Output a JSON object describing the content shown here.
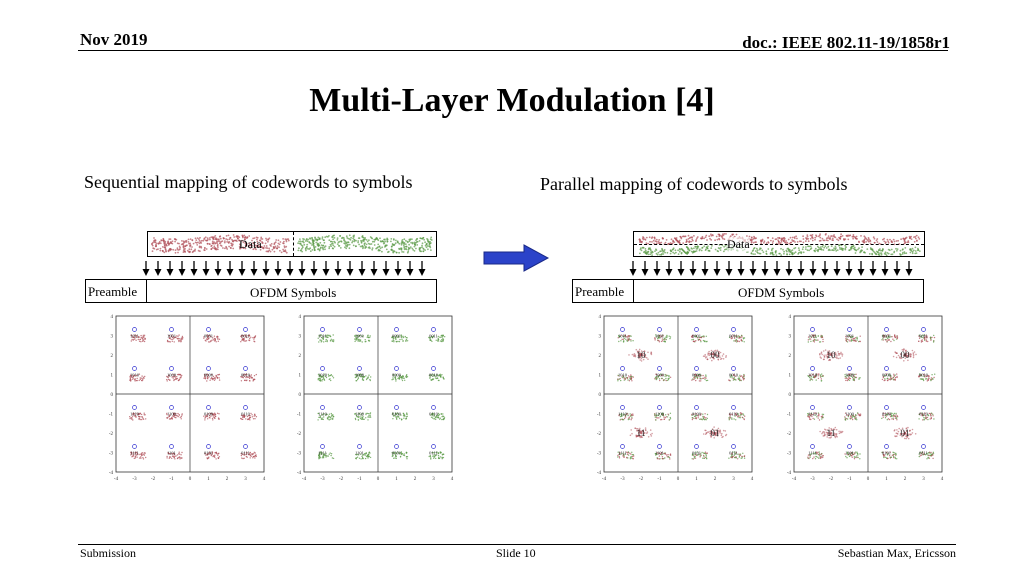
{
  "header": {
    "date": "Nov 2019",
    "doc": "doc.: IEEE 802.11-19/1858r1"
  },
  "slide": {
    "title": "Multi-Layer Modulation [4]",
    "left_caption": "Sequential mapping of codewords to symbols",
    "right_caption": "Parallel mapping of codewords to symbols"
  },
  "left_diagram": {
    "data_label": "Data",
    "preamble_label": "Preamble",
    "symbols_label": "OFDM Symbols"
  },
  "right_diagram": {
    "data_label": "Data",
    "preamble_label": "Preamble",
    "symbols_label": "OFDM Symbols"
  },
  "constellations": {
    "axis_ticks_x": [
      "-4",
      "-3",
      "-2",
      "-1",
      "0",
      "1",
      "2",
      "3",
      "4"
    ],
    "axis_ticks_y": [
      "4",
      "3",
      "2",
      "1",
      "0",
      "-1",
      "-2",
      "-3",
      "-4"
    ],
    "point_labels": [
      [
        "1011",
        "1001",
        "0001",
        "0011"
      ],
      [
        "1010",
        "1000",
        "0000",
        "0010"
      ],
      [
        "1110",
        "1100",
        "0100",
        "0110"
      ],
      [
        "1111",
        "1101",
        "0101",
        "0111"
      ]
    ],
    "layer_labels": [
      "10",
      "00",
      "11",
      "01"
    ]
  },
  "colors": {
    "red": "#b0505a",
    "green": "#5a9a46",
    "arrow": "#2b43c9",
    "ideal": "#3030d0"
  },
  "footer": {
    "left": "Submission",
    "center": "Slide 10",
    "right": "Sebastian Max, Ericsson"
  }
}
